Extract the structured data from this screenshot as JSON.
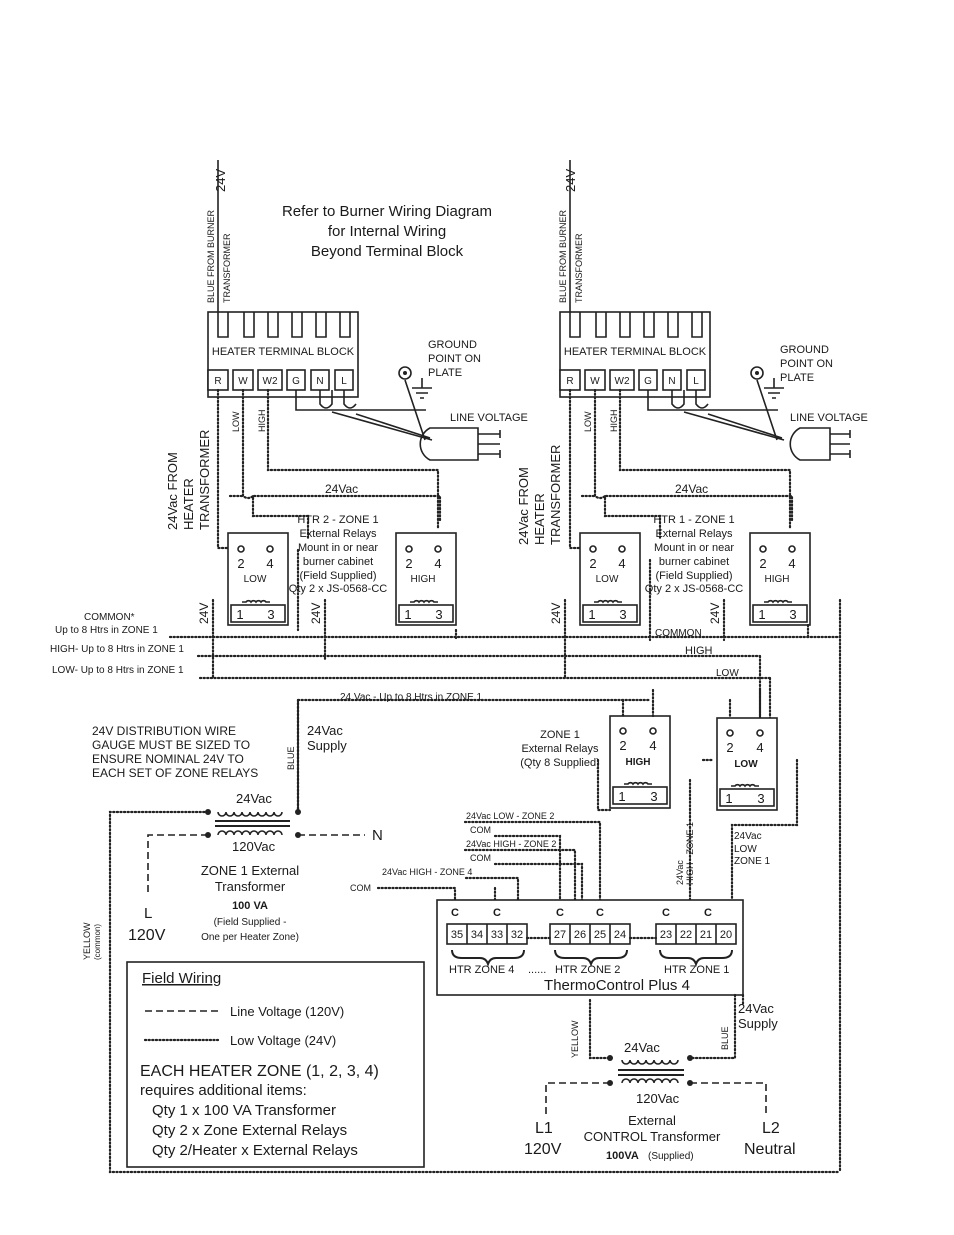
{
  "notes": {
    "refer_line1": "Refer to Burner Wiring Diagram",
    "refer_line2": "for Internal Wiring",
    "refer_line3": "Beyond Terminal Block"
  },
  "heaters": [
    {
      "supply_24v": "24V",
      "supply_wire_1": "BLUE FROM BURNER",
      "supply_wire_2": "TRANSFORMER",
      "terminal_block": "HEATER TERMINAL BLOCK",
      "terminals": [
        "R",
        "W",
        "W2",
        "G",
        "N",
        "L"
      ],
      "ground_1": "GROUND",
      "ground_2": "POINT ON",
      "ground_3": "PLATE",
      "line_voltage": "LINE VOLTAGE",
      "wire_low": "LOW",
      "wire_high": "HIGH",
      "from_transformer_1": "24Vac FROM",
      "from_transformer_2": "HEATER",
      "from_transformer_3": "TRANSFORMER",
      "bus_24vac": "24Vac",
      "relay_note": [
        "HTR 2 - ZONE 1",
        "External Relays",
        "Mount in or near",
        "burner cabinet",
        "(Field Supplied)",
        "Qty 2 x JS-0568-CC"
      ],
      "relay_low": {
        "t1": "2",
        "t2": "4",
        "name": "LOW",
        "b1": "1",
        "b2": "3"
      },
      "relay_high": {
        "t1": "2",
        "t2": "4",
        "name": "HIGH",
        "b1": "1",
        "b2": "3"
      },
      "tap_24v_1": "24V",
      "tap_24v_2": "24V"
    },
    {
      "supply_24v": "24V",
      "supply_wire_1": "BLUE FROM BURNER",
      "supply_wire_2": "TRANSFORMER",
      "terminal_block": "HEATER TERMINAL BLOCK",
      "terminals": [
        "R",
        "W",
        "W2",
        "G",
        "N",
        "L"
      ],
      "ground_1": "GROUND",
      "ground_2": "POINT ON",
      "ground_3": "PLATE",
      "line_voltage": "LINE VOLTAGE",
      "wire_low": "LOW",
      "wire_high": "HIGH",
      "from_transformer_1": "24Vac FROM",
      "from_transformer_2": "HEATER",
      "from_transformer_3": "TRANSFORMER",
      "bus_24vac": "24Vac",
      "relay_note": [
        "HTR 1 - ZONE 1",
        "External Relays",
        "Mount in or near",
        "burner cabinet",
        "(Field Supplied)",
        "Qty 2 x JS-0568-CC"
      ],
      "relay_low": {
        "t1": "2",
        "t2": "4",
        "name": "LOW",
        "b1": "1",
        "b2": "3"
      },
      "relay_high": {
        "t1": "2",
        "t2": "4",
        "name": "HIGH",
        "b1": "1",
        "b2": "3"
      },
      "tap_24v_1": "24V",
      "tap_24v_2": "24V"
    }
  ],
  "bus": {
    "common_1": "COMMON*",
    "common_2": "Up to 8 Htrs in ZONE 1",
    "high": "HIGH- Up to 8 Htrs in ZONE 1",
    "low": "LOW- Up to 8 Htrs in  ZONE 1",
    "common_right": "COMMON",
    "high_right": "HIGH",
    "low_right": "LOW",
    "vac_24": "24 Vac - Up to 8 Htrs in  ZONE 1"
  },
  "distribution": {
    "line1": "24V DISTRIBUTION WIRE",
    "line2": "GAUGE  MUST BE SIZED TO",
    "line3": "ENSURE NOMINAL 24V TO",
    "line4": "EACH SET OF ZONE RELAYS",
    "blue": "BLUE",
    "supply_1": "24Vac",
    "supply_2": "Supply"
  },
  "zone_transformer": {
    "secondary": "24Vac",
    "primary": "120Vac",
    "neutral": "N",
    "line_l": "L",
    "line_v": "120V",
    "name_1": "ZONE 1  External",
    "name_2": "Transformer",
    "rating": "100 VA",
    "note_1": "(Field Supplied -",
    "note_2": "One per Heater Zone)",
    "yellow": "YELLOW",
    "common": "(common)"
  },
  "zone_relays": {
    "title_1": "ZONE 1",
    "title_2": "External Relays",
    "title_3": "(Qty 8 Supplied)",
    "high": {
      "t1": "2",
      "t2": "4",
      "name": "HIGH",
      "b1": "1",
      "b2": "3"
    },
    "low": {
      "t1": "2",
      "t2": "4",
      "name": "LOW",
      "b1": "1",
      "b2": "3"
    },
    "high_wire_1": "24Vac",
    "high_wire_2": "HIGH - ZONE 1",
    "low_wire_1": "24Vac",
    "low_wire_2": "LOW",
    "low_wire_3": "ZONE 1"
  },
  "controller": {
    "name": "ThermoControl Plus 4",
    "wire_low_z2": "24Vac LOW - ZONE 2",
    "com_1": "COM",
    "wire_high_z2": "24Vac HIGH - ZONE 2",
    "com_2": "COM",
    "wire_high_z4": "24Vac HIGH - ZONE 4",
    "com_3": "COM",
    "c_label": "C",
    "terminals": [
      "35",
      "34",
      "33",
      "32",
      "27",
      "26",
      "25",
      "24",
      "23",
      "22",
      "21",
      "20"
    ],
    "zone_4": "HTR ZONE 4",
    "ellipsis": "......",
    "zone_2": "HTR ZONE 2",
    "zone_1": "HTR ZONE 1"
  },
  "legend": {
    "title": "Field Wiring",
    "line_voltage": "Line Voltage (120V)",
    "low_voltage": "Low Voltage (24V)",
    "each_1": "EACH HEATER ZONE (1, 2, 3, 4)",
    "each_2": "requires additional items:",
    "item_1": "Qty 1 x 100 VA Transformer",
    "item_2": "Qty 2 x Zone External Relays",
    "item_3": "Qty 2/Heater x External Relays"
  },
  "control_transformer": {
    "yellow": "YELLOW",
    "blue": "BLUE",
    "secondary": "24Vac",
    "primary": "120Vac",
    "supply_1": "24Vac",
    "supply_2": "Supply",
    "l1": "L1",
    "l1_v": "120V",
    "l2": "L2",
    "l2_name": "Neutral",
    "name_1": "External",
    "name_2": "CONTROL Transformer",
    "rating": "100VA",
    "supplied": "(Supplied)"
  }
}
